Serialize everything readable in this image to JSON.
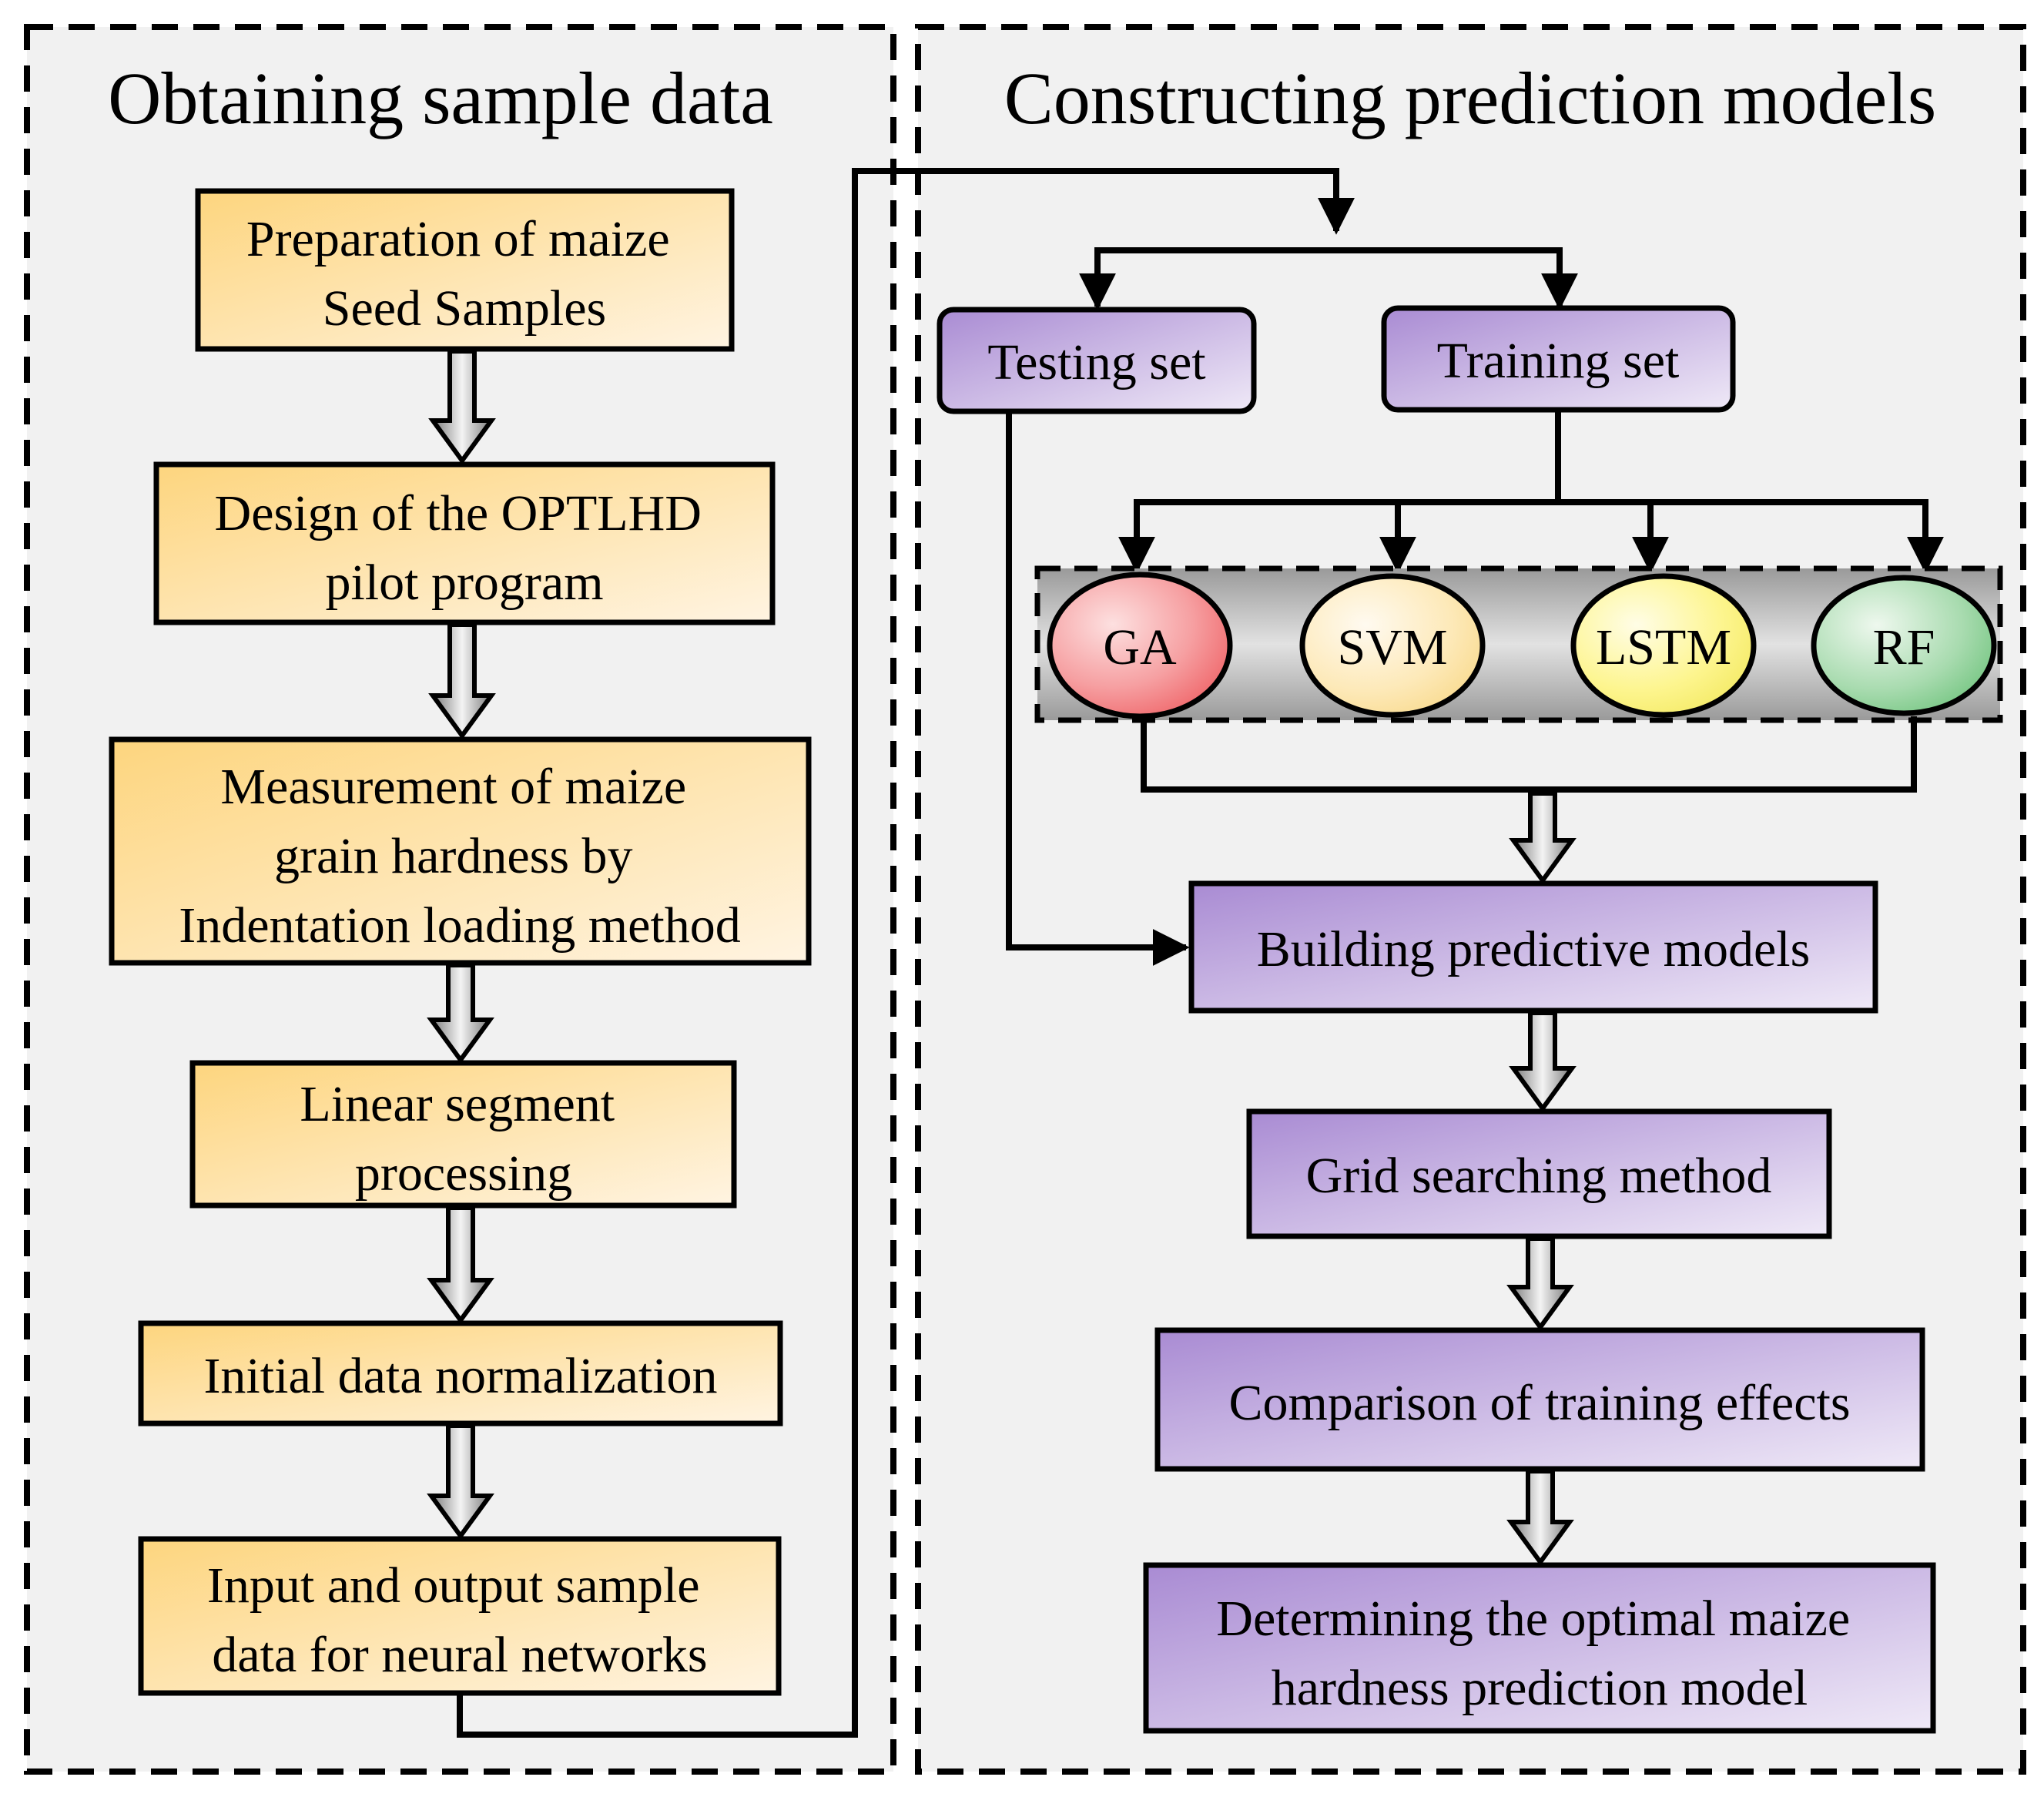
{
  "left_panel": {
    "title": "Obtaining sample data",
    "steps": [
      {
        "lines": [
          "Preparation of maize",
          "Seed Samples"
        ]
      },
      {
        "lines": [
          "Design of the OPTLHD",
          "pilot program"
        ]
      },
      {
        "lines": [
          "Measurement of maize",
          "grain hardness by",
          "Indentation loading method"
        ]
      },
      {
        "lines": [
          "Linear segment",
          "processing"
        ]
      },
      {
        "lines": [
          "Initial data normalization"
        ]
      },
      {
        "lines": [
          "Input and output sample",
          "data for neural networks"
        ]
      }
    ]
  },
  "right_panel": {
    "title": "Constructing prediction models",
    "sets": {
      "testing": "Testing set",
      "training": "Training set"
    },
    "models": [
      "GA",
      "SVM",
      "LSTM",
      "RF"
    ],
    "steps": [
      {
        "lines": [
          "Building predictive models"
        ]
      },
      {
        "lines": [
          "Grid searching method"
        ]
      },
      {
        "lines": [
          "Comparison of training effects"
        ]
      },
      {
        "lines": [
          "Determining the optimal maize",
          "hardness prediction model"
        ]
      }
    ]
  },
  "colors": {
    "orange_box_start": "#fdd57e",
    "orange_box_end": "#fff4e2",
    "purple_box_start": "#a98bd3",
    "purple_box_end": "#efe9f7",
    "panel_bg": "#f1f1f1",
    "ga": "#f06d70",
    "svm": "#fde9a8",
    "lstm": "#fdf57d",
    "rf": "#7ecb8a"
  }
}
